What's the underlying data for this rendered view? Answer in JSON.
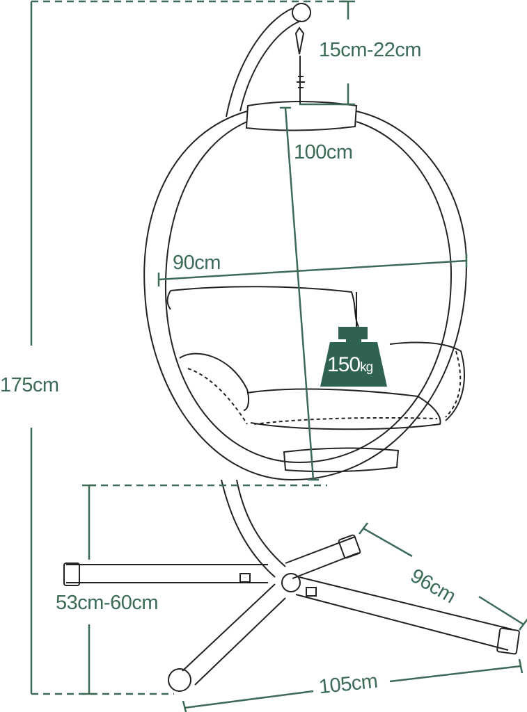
{
  "colors": {
    "dimension": "#3b6a55",
    "badge": "#2f6350",
    "outline": "#222222"
  },
  "dimensions": {
    "total_height": "175cm",
    "hook_length": "15cm-22cm",
    "basket_height": "100cm",
    "basket_width": "90cm",
    "seat_height": "53cm-60cm",
    "base_depth": "96cm",
    "base_width": "105cm"
  },
  "weight_capacity": {
    "value": "150",
    "unit": "kg"
  }
}
